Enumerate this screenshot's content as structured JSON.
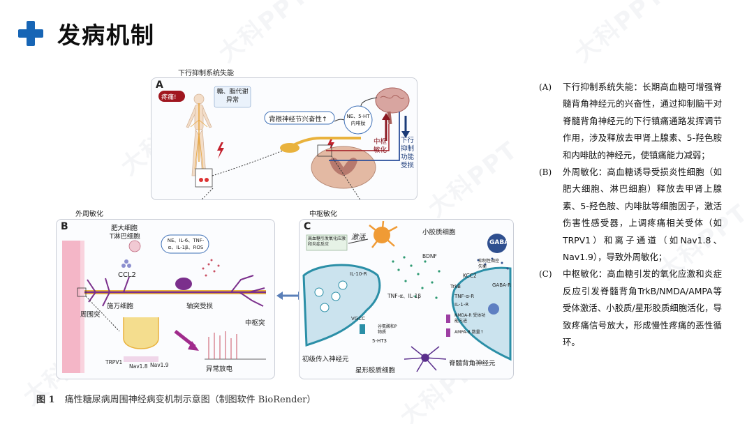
{
  "header": {
    "title": "发病机制"
  },
  "figure": {
    "panelA": {
      "top_label": "下行抑制系统失能",
      "letter": "A",
      "pain_label": "疼痛!",
      "metabolism_label": "糖、脂代谢异常",
      "excitability_label": "背根神经节兴奋性↑",
      "ne_label": "NE、5-HT内啡肽",
      "central_label": "中枢敏化",
      "descending_label": "下行抑制功能受损"
    },
    "panelB": {
      "top_label": "外周敏化",
      "letter": "B",
      "mast_label": "肥大细胞",
      "lymph_label": "T淋巴细胞",
      "cytokine_label": "NE、IL-6、TNF-α、IL-1β、ROS",
      "ccl2_label": "CCL2",
      "schwann_label": "施万细胞",
      "perisynapse_label": "周围突",
      "axon_label": "轴突受损",
      "central_process_label": "中枢突",
      "channel_labels": [
        "TRPV1",
        "Nav1.8",
        "Nav1.9"
      ],
      "abnormal_label": "异常放电"
    },
    "panelC": {
      "top_label": "中枢敏化",
      "letter": "C",
      "stress_label": "高血糖引发氧化应激和炎症反应",
      "activation_label": "激活",
      "microglia_label": "小胶质细胞",
      "gaba_label": "GABA",
      "bdnf_label": "BDNF",
      "il10_label": "IL-10-R",
      "tnf_label": "TNF-α、IL-1β",
      "kcc2_label": "KCC2",
      "trkb_label": "TrkB",
      "tnfr_label": "TNF-α-R",
      "il1r_label": "IL-1-R",
      "gabar_label": "GABA-R",
      "inhibition_label": "抑制性调控失衡",
      "vgcc_label": "VGCC",
      "ht3_label": "5-HT3",
      "glu_label": "谷氨酸和P物质",
      "nmda_label": "NMDA-R 受体功能亢进",
      "ampa_label": "AMPA-R 数量↑",
      "primary_label": "初级传入神经元",
      "astro_label": "星形胶质细胞",
      "dorsal_label": "脊髓背角神经元"
    }
  },
  "caption": {
    "fig_no": "图 1",
    "text": "痛性糖尿病周围神经病变机制示意图（制图软件 BioRender）"
  },
  "explanation": [
    {
      "marker": "(A)",
      "text": "下行抑制系统失能：长期高血糖可增强脊髓背角神经元的兴奋性，通过抑制脑干对脊髓背角神经元的下行镇痛通路发挥调节作用，涉及释放去甲肾上腺素、5-羟色胺和内啡肽的神经元，使镇痛能力减弱；"
    },
    {
      "marker": "(B)",
      "text": "外周敏化：高血糖诱导受损炎性细胞（如肥大细胞、淋巴细胞）释放去甲肾上腺素、5-羟色胺、内啡肽等细胞因子，激活伤害性感受器，上调疼痛相关受体（如TRPV1）和离子通道（如Nav1.8、Nav1.9），导致外周敏化；"
    },
    {
      "marker": "(C)",
      "text": "中枢敏化：高血糖引发的氧化应激和炎症反应引发脊髓背角TrkB/NMDA/AMPA等受体激活、小胶质/星形胶质细胞活化，导致疼痛信号放大，形成慢性疼痛的恶性循环。"
    }
  ],
  "watermark": {
    "text": "大科PPT"
  },
  "colors": {
    "accent": "#1765b5",
    "pain_red": "#b8182a",
    "nerve_purple": "#7b2f8c",
    "axon_gold": "#e9b23d"
  }
}
